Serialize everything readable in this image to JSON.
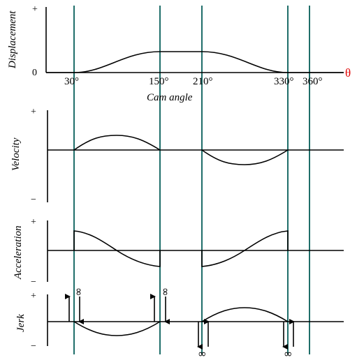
{
  "displacement": {
    "label": "Displacement",
    "plus": "+",
    "zero": "0",
    "angles": [
      "30°",
      "150°",
      "210°",
      "330°",
      "360°"
    ],
    "xlabel": "Cam angle",
    "theta": "θ",
    "theta_color": "#e00000"
  },
  "velocity": {
    "label": "Velocity",
    "plus": "+",
    "minus": "−"
  },
  "acceleration": {
    "label": "Acceleration",
    "plus": "+",
    "minus": "−"
  },
  "jerk": {
    "label": "Jerk",
    "plus": "+",
    "minus": "−",
    "infinity": "∞"
  },
  "colors": {
    "divider": "#1f6e6a",
    "ink": "#000000"
  }
}
